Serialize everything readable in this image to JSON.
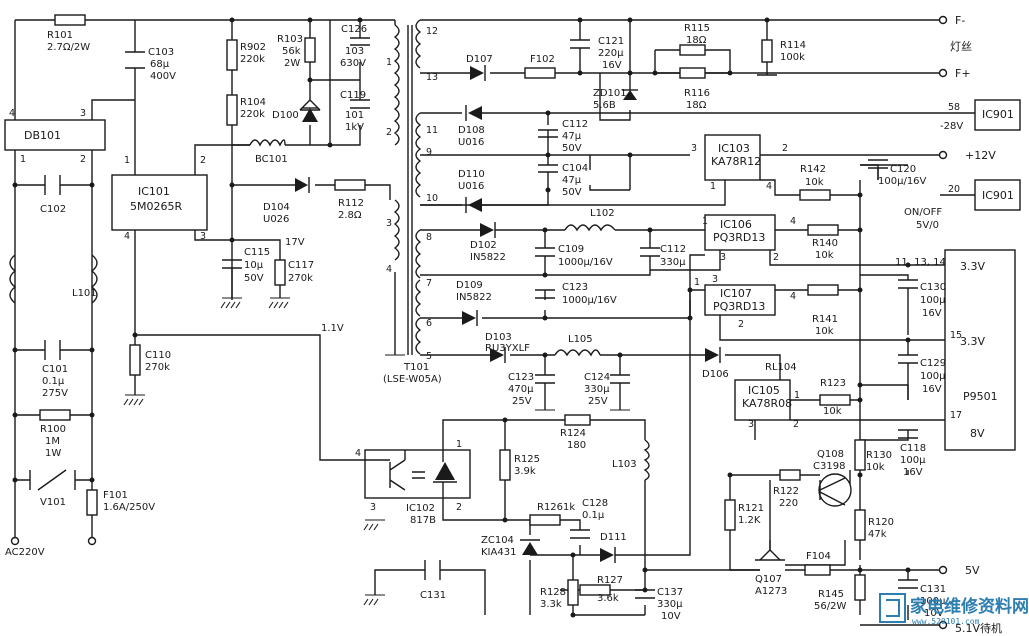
{
  "components": {
    "R101": {
      "name": "R101",
      "value": "2.7Ω/2W"
    },
    "C103": {
      "name": "C103",
      "value1": "68μ",
      "value2": "400V"
    },
    "R902": {
      "name": "R902",
      "value": "220k"
    },
    "R104": {
      "name": "R104",
      "value": "220k"
    },
    "R103": {
      "name": "R103",
      "value1": "56k",
      "value2": "2W"
    },
    "C126": {
      "name": "C126",
      "value1": "103",
      "value2": "630V"
    },
    "C119": {
      "name": "C119",
      "value1": "101",
      "value2": "1kV"
    },
    "D100": {
      "name": "D100"
    },
    "BC101": {
      "name": "BC101"
    },
    "DB101": {
      "name": "DB101"
    },
    "C102": {
      "name": "C102"
    },
    "L101": {
      "name": "L101"
    },
    "C101": {
      "name": "C101",
      "value1": "0.1μ",
      "value2": "275V"
    },
    "R100": {
      "name": "R100",
      "value1": "1M",
      "value2": "1W"
    },
    "V101": {
      "name": "V101"
    },
    "F101": {
      "name": "F101",
      "value": "1.6A/250V"
    },
    "IC101": {
      "name": "IC101",
      "part": "5M0265R"
    },
    "D104": {
      "name": "D104",
      "part": "U026"
    },
    "R112": {
      "name": "R112",
      "value": "2.8Ω"
    },
    "C115": {
      "name": "C115",
      "value1": "10μ",
      "value2": "50V"
    },
    "C117": {
      "name": "C117",
      "value": "270k"
    },
    "C110": {
      "name": "C110",
      "value": "270k"
    },
    "T101": {
      "name": "T101",
      "part": "(LSE-W05A)"
    },
    "D107": {
      "name": "D107"
    },
    "F102": {
      "name": "F102"
    },
    "C121": {
      "name": "C121",
      "value1": "220μ",
      "value2": "16V"
    },
    "ZD101": {
      "name": "ZD101",
      "value": "5.6B"
    },
    "R115": {
      "name": "R115",
      "value": "18Ω"
    },
    "R116": {
      "name": "R116",
      "value": "18Ω"
    },
    "R114": {
      "name": "R114",
      "value": "100k"
    },
    "D108": {
      "name": "D108",
      "part": "U016"
    },
    "C112a": {
      "name": "C112",
      "value1": "47μ",
      "value2": "50V"
    },
    "C104": {
      "name": "C104",
      "value1": "47μ",
      "value2": "50V"
    },
    "D110": {
      "name": "D110",
      "part": "U016"
    },
    "IC103": {
      "name": "IC103",
      "part": "KA78R12"
    },
    "R142": {
      "name": "R142",
      "value": "10k"
    },
    "C120": {
      "name": "C120",
      "value": "100μ/16V"
    },
    "D102": {
      "name": "D102",
      "part": "IN5822"
    },
    "L102": {
      "name": "L102"
    },
    "C109": {
      "name": "C109",
      "value": "1000μ/16V"
    },
    "C112b": {
      "name": "C112",
      "value": "330μ"
    },
    "IC106": {
      "name": "IC106",
      "part": "PQ3RD13"
    },
    "R140": {
      "name": "R140",
      "value": "10k"
    },
    "D109": {
      "name": "D109",
      "part": "IN5822"
    },
    "C123a": {
      "name": "C123",
      "value": "1000μ/16V"
    },
    "IC107": {
      "name": "IC107",
      "part": "PQ3RD13"
    },
    "R141": {
      "name": "R141",
      "value": "10k"
    },
    "C130": {
      "name": "C130",
      "value1": "100μ",
      "value2": "16V"
    },
    "D103": {
      "name": "D103",
      "part": "RU3YXLF"
    },
    "L105": {
      "name": "L105"
    },
    "C123b": {
      "name": "C123",
      "value1": "470μ",
      "value2": "25V"
    },
    "C124": {
      "name": "C124",
      "value1": "330μ",
      "value2": "25V"
    },
    "D106": {
      "name": "D106"
    },
    "RL104": {
      "name": "RL104"
    },
    "IC105": {
      "name": "IC105",
      "part": "KA78R08"
    },
    "R123": {
      "name": "R123",
      "value": "10k"
    },
    "C129": {
      "name": "C129",
      "value1": "100μ",
      "value2": "16V"
    },
    "R124": {
      "name": "R124",
      "value": "180"
    },
    "R125": {
      "name": "R125",
      "value": "3.9k"
    },
    "IC102": {
      "name": "IC102",
      "part": "817B"
    },
    "L103": {
      "name": "L103"
    },
    "Q108": {
      "name": "Q108",
      "part": "C3198"
    },
    "R130": {
      "name": "R130",
      "value": "10k"
    },
    "C118": {
      "name": "C118",
      "value1": "100μ",
      "value2": "16V"
    },
    "R121": {
      "name": "R121",
      "value": "1.2K"
    },
    "R122": {
      "name": "R122",
      "value": "220"
    },
    "R120": {
      "name": "R120",
      "value": "47k"
    },
    "R126": {
      "name": "R126",
      "value": "1k"
    },
    "C128": {
      "name": "C128",
      "value": "0.1μ"
    },
    "ZC104": {
      "name": "ZC104",
      "part": "KIA431"
    },
    "D111": {
      "name": "D111"
    },
    "R128": {
      "name": "R128",
      "value": "3.3k"
    },
    "R127": {
      "name": "R127",
      "value": "3.6k"
    },
    "C137": {
      "name": "C137",
      "value1": "330μ",
      "value2": "10V"
    },
    "Q107": {
      "name": "Q107",
      "part": "A1273"
    },
    "F104": {
      "name": "F104"
    },
    "R145": {
      "name": "R145",
      "value": "56/2W"
    },
    "C131a": {
      "name": "C131",
      "value1": "100μ",
      "value2": "10V"
    },
    "C131b": {
      "name": "C131"
    },
    "IC901a": {
      "name": "IC901"
    },
    "IC901b": {
      "name": "IC901"
    },
    "P9501": {
      "name": "P9501"
    }
  },
  "nets": {
    "f_minus": "F-",
    "f_plus": "F+",
    "filament": "灯丝",
    "v_neg28": "-28V",
    "v_12": "+12V",
    "on_off": "ON/OFF",
    "v_5v0": "5V/0",
    "v_5": "5V",
    "v_5_1": "5.1V待机",
    "v_17": "17V",
    "v_1_1": "1.1V",
    "ac220": "AC220V",
    "conn_33a": "3.3V",
    "conn_33b": "3.3V",
    "conn_8v": "8V",
    "pin_11_13_14": "11, 13, 14"
  },
  "pins": {
    "db_4": "4",
    "db_3": "3",
    "db_1": "1",
    "db_2": "2",
    "ic101_1": "1",
    "ic101_2": "2",
    "ic101_3": "3",
    "ic101_4": "4",
    "t_12": "12",
    "t_13": "13",
    "t_11": "11",
    "t_9": "9",
    "t_10": "10",
    "t_8": "8",
    "t_7": "7",
    "t_6": "6",
    "t_5": "5",
    "t_1": "1",
    "t_2": "2",
    "t_3": "3",
    "t_4": "4",
    "ic103_3": "3",
    "ic103_2": "2",
    "ic103_1": "1",
    "ic103_4": "4",
    "ic106_1": "1",
    "ic106_2": "2",
    "ic106_3": "3",
    "ic106_4": "4",
    "ic107_1": "1",
    "ic107_2": "2",
    "ic107_3": "3",
    "ic107_4": "4",
    "ic105_1": "1",
    "ic105_2": "2",
    "ic105_3": "3",
    "ic102_1": "1",
    "ic102_2": "2",
    "ic102_3": "3",
    "ic102_4": "4",
    "p58": "58",
    "p20": "20",
    "p15": "15",
    "p17": "17"
  },
  "watermark": {
    "text": "家电维修资料网",
    "url": "www.520101.com"
  }
}
